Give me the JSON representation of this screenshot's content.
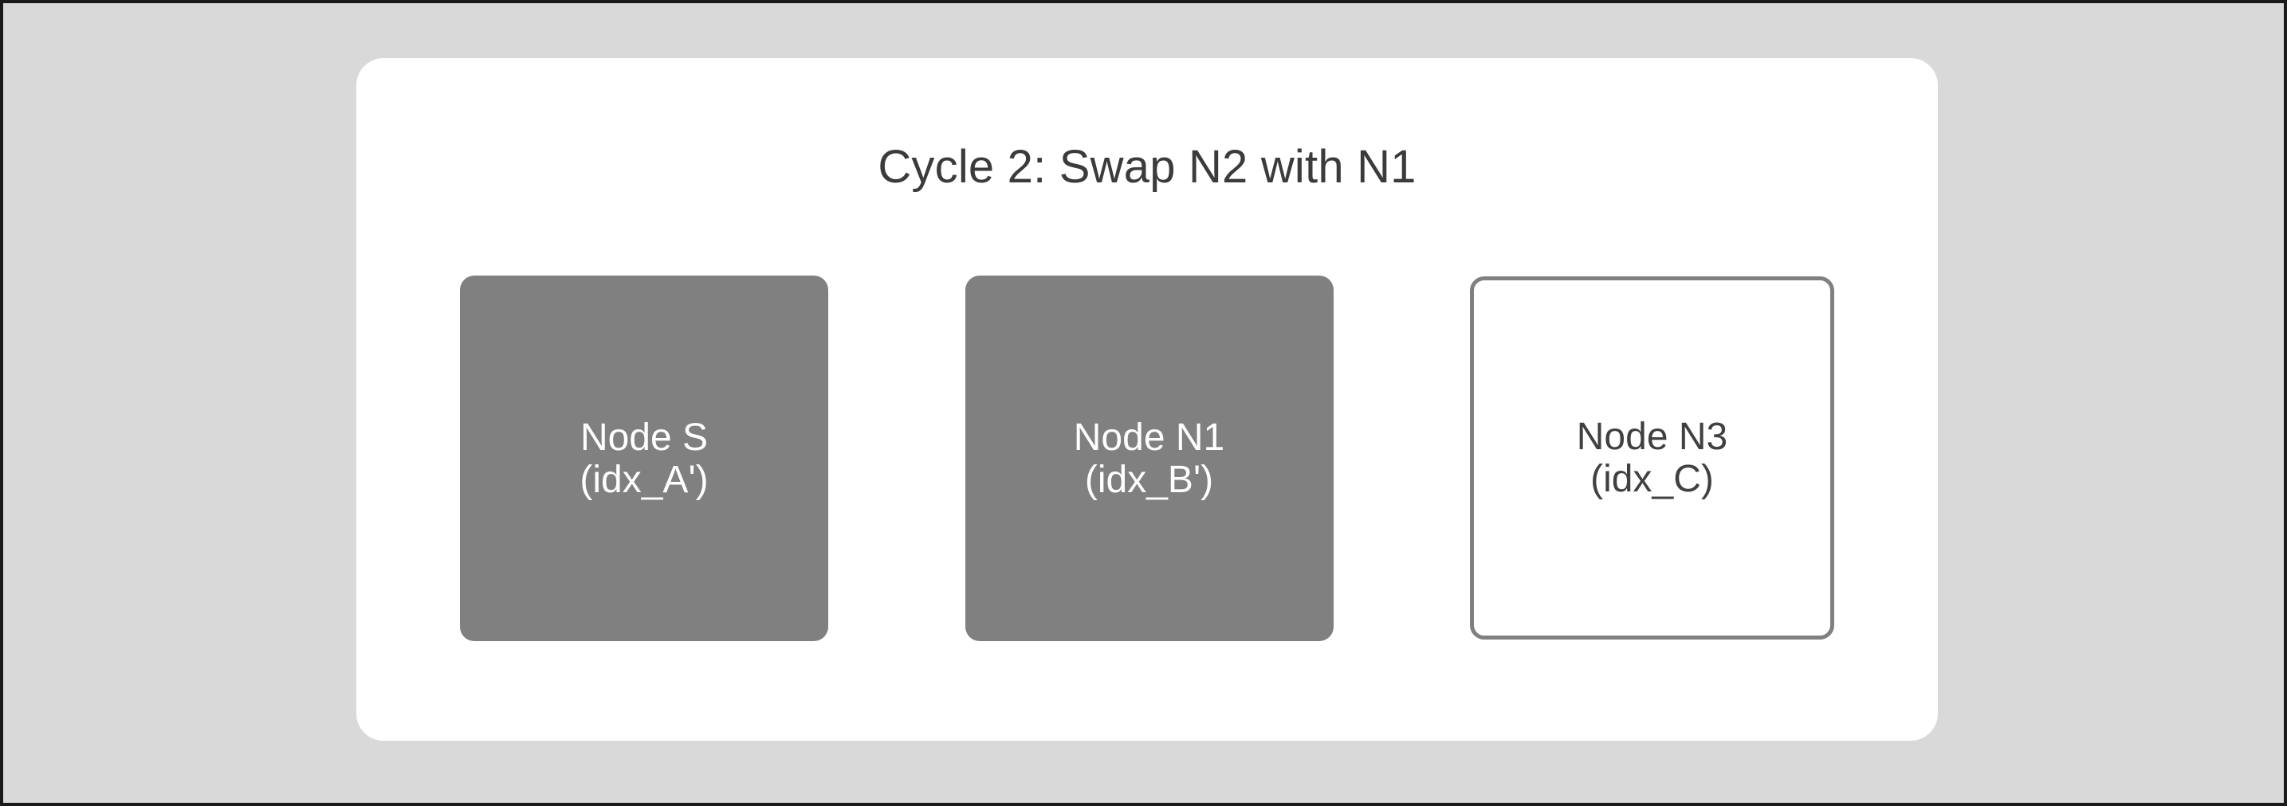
{
  "canvas": {
    "background_color": "#d9d9d9",
    "frame_color": "#1a1a1a"
  },
  "slide": {
    "panel_color": "#ffffff",
    "title": "Cycle 2: Swap N2 with N1",
    "title_color": "#3b3b3b"
  },
  "diagram": {
    "type": "node-sequence",
    "fill_color": "#808080",
    "outline_color": "#808080",
    "filled_text_color": "#ffffff",
    "outlined_text_color": "#404040",
    "nodes": [
      {
        "name": "Node S",
        "index": "(idx_A')",
        "style": "filled",
        "state": "swapped"
      },
      {
        "name": "Node N1",
        "index": "(idx_B')",
        "style": "filled",
        "state": "swapped"
      },
      {
        "name": "Node N3",
        "index": "(idx_C)",
        "style": "outlined",
        "state": "untouched"
      }
    ]
  }
}
